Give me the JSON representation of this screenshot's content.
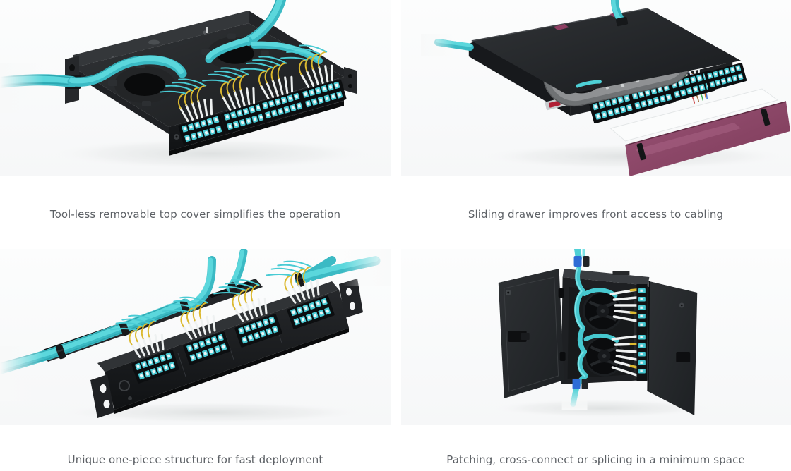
{
  "page": {
    "background_color": "#ffffff"
  },
  "style": {
    "caption_color": "#5d6166",
    "tile_background_top": "#fcfdfd",
    "tile_background_bottom": "#f6f7f8",
    "fiber_aqua": "#4ecdd5",
    "fiber_yellow": "#dcb92f",
    "fiber_white": "#eef1f1",
    "chassis_black": "#1d1f22",
    "door_magenta": "#8d4766",
    "clamp_blue": "#2e6cd6",
    "connector_aqua": "#49c9d3"
  },
  "features": [
    {
      "id": "top-cover",
      "caption": "Tool-less removable top cover simplifies the operation",
      "image": "rack-panel-with-open-top-cover"
    },
    {
      "id": "sliding-drawer",
      "caption": "Sliding drawer improves front access to cabling",
      "image": "rack-panel-sliding-drawer"
    },
    {
      "id": "one-piece",
      "caption": "Unique one-piece structure for fast deployment",
      "image": "one-piece-angled-patch-panel"
    },
    {
      "id": "wall-mount",
      "caption": "Patching, cross-connect or splicing in a minimum space",
      "image": "wall-mount-fiber-enclosure"
    }
  ]
}
